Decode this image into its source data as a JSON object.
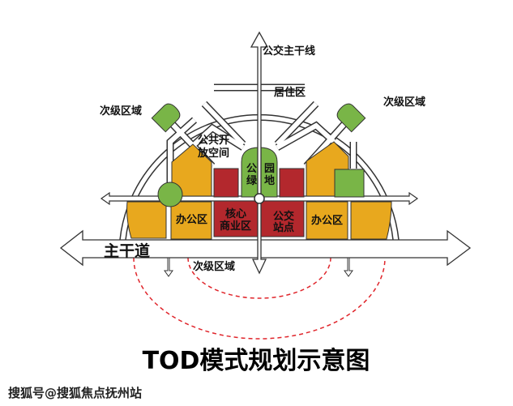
{
  "title": "TOD模式规划示意图",
  "watermark": "搜狐号@搜狐焦点抚州站",
  "labels": {
    "bus_trunk_line": "公交主干线",
    "residential": "居住区",
    "secondary_left": "次级区域",
    "secondary_right": "次级区域",
    "secondary_bottom": "次级区域",
    "public_open_space_1": "公共开",
    "public_open_space_2": "放空间",
    "park_1": "公",
    "park_2": "园",
    "park_3": "绿",
    "park_4": "地",
    "office_left": "办公区",
    "office_right": "办公区",
    "core_commercial_1": "核心",
    "core_commercial_2": "商业区",
    "bus_station_1": "公交",
    "bus_station_2": "站点",
    "main_road": "主干道"
  },
  "colors": {
    "orange": "#E8A81E",
    "red": "#B3282D",
    "green": "#79B547",
    "dashed": "#E0252B",
    "line": "#333333"
  }
}
